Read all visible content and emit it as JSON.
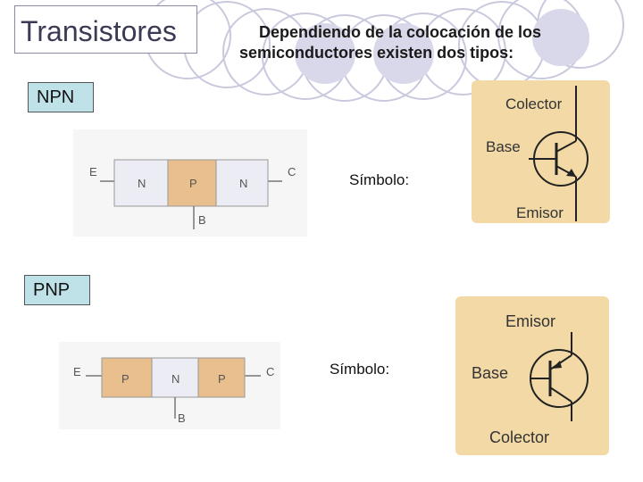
{
  "title": "Transistores",
  "subtitle": {
    "line1": "Dependiendo de la colocación de los",
    "line2": "semiconductores existen dos tipos:"
  },
  "npn": {
    "tag": "NPN",
    "symbol_label": "Símbolo:",
    "diagram": {
      "left": "E",
      "right": "C",
      "bottom": "B",
      "regions": [
        "N",
        "P",
        "N"
      ]
    },
    "symbol": {
      "top": "Colector",
      "base": "Base",
      "bottom": "Emisor"
    }
  },
  "pnp": {
    "tag": "PNP",
    "symbol_label": "Símbolo:",
    "diagram": {
      "left": "E",
      "right": "C",
      "bottom": "B",
      "regions": [
        "P",
        "N",
        "P"
      ]
    },
    "symbol": {
      "top": "Emisor",
      "base": "Base",
      "bottom": "Colector"
    }
  },
  "colors": {
    "p_region": "#e9bf8d",
    "n_region": "#ececf4",
    "symbol_bg": "#f2d9a6",
    "tag_bg": "#bfe2e8",
    "rings": "#d8d8ea"
  }
}
